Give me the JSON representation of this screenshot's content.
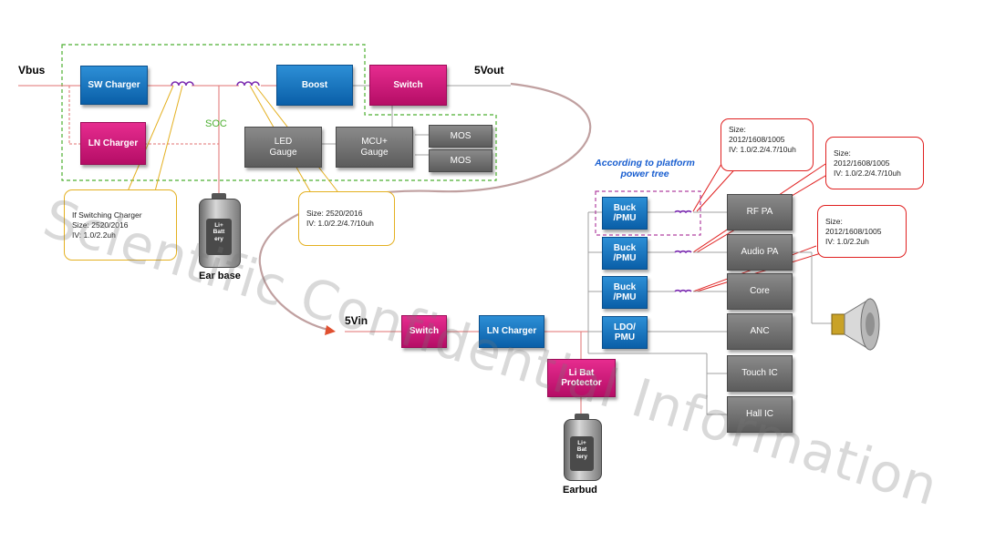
{
  "labels": {
    "vbus": "Vbus",
    "vout": "5Vout",
    "vin": "5Vin",
    "soc": "SOC",
    "ear_base": "Ear base",
    "earbud": "Earbud",
    "platform_note": "According to platform\npower tree"
  },
  "case_blocks": {
    "sw_charger": "SW Charger",
    "ln_charger": "LN Charger",
    "boost": "Boost",
    "switch": "Switch",
    "led_gauge": "LED\nGauge",
    "mcu_gauge": "MCU+\nGauge",
    "mos_1": "MOS",
    "mos_2": "MOS"
  },
  "bud_blocks": {
    "switch": "Switch",
    "ln_charger": "LN Charger",
    "protector": "Li Bat\nProtector",
    "buck_1": "Buck\n/PMU",
    "buck_2": "Buck\n/PMU",
    "buck_3": "Buck\n/PMU",
    "ldo": "LDO/\nPMU"
  },
  "loads": {
    "rf_pa": "RF PA",
    "audio_pa": "Audio PA",
    "core": "Core",
    "anc": "ANC",
    "touch_ic": "Touch IC",
    "hall_ic": "Hall IC"
  },
  "callouts": {
    "charger_inductor": "If Switching Charger\nSize: 2520/2016\nIV: 1.0/2.2uh",
    "boost_inductor": "Size: 2520/2016\nIV: 1.0/2.2/4.7/10uh",
    "rf_inductor": "Size:\n2012/1608/1005\nIV: 1.0/2.2/4.7/10uh",
    "audio_inductor": "Size:\n2012/1608/1005\nIV: 1.0/2.2/4.7/10uh",
    "core_inductor": "Size:\n2012/1608/1005\nIV: 1.0/2.2uh"
  },
  "batteries": {
    "case_battery": "Li+\nBatt\nery",
    "bud_battery": "Li+\nBat\ntery"
  },
  "watermark": "Scientific Confidential Information",
  "colors": {
    "blue_block": "#0a6fc2",
    "pink_block": "#cc1177",
    "gray_block": "#6e6e6e",
    "soc_border": "#4caf30",
    "callout_yellow": "#e4b020",
    "callout_red": "#e02020",
    "platform_text": "#1a5fd0",
    "inductor": "#7a2ab0"
  }
}
